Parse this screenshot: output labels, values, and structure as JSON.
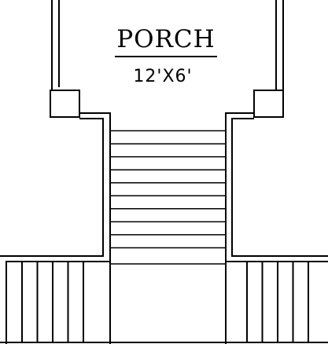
{
  "porch": {
    "name": "PORCH",
    "dimensions": "12'X6'"
  },
  "stairs": {
    "tread_lines": 10
  },
  "railing": {
    "left_balusters": 5,
    "right_balusters": 5
  }
}
